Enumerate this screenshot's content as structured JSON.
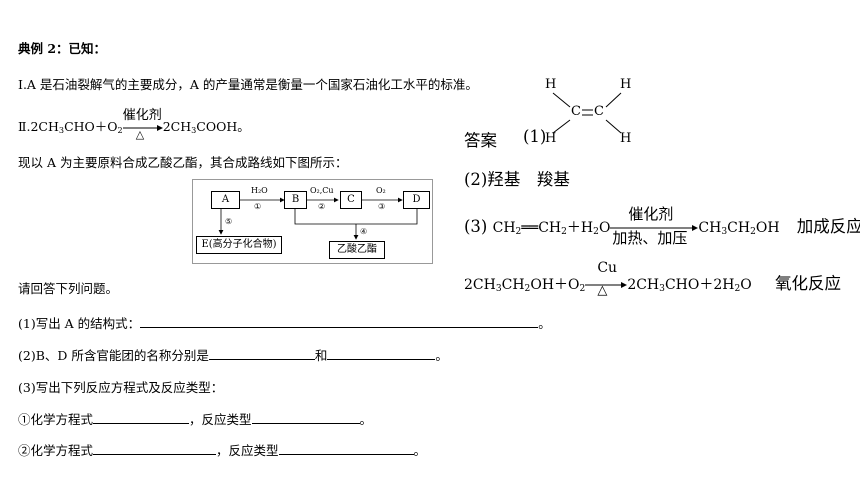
{
  "question": {
    "title": "典例 2：已知：",
    "condition1": "Ⅰ.A 是石油裂解气的主要成分，A 的产量通常是衡量一个国家石油化工水平的标准。",
    "condition2": {
      "prefix": "Ⅱ.2CH",
      "sub3a": "3",
      "mid1": "CHO＋O",
      "sub2": "2",
      "catalyst": "催化剂",
      "heat": "△",
      "mid2": "2CH",
      "sub3b": "3",
      "suffix": "COOH。"
    },
    "intro": "现以 A 为主要原料合成乙酸乙酯，其合成路线如下图所示：",
    "ask": "请回答下列问题。",
    "q1": {
      "prefix": "(1)写出 A 的结构式：",
      "suffix": "。"
    },
    "q2": {
      "prefix": "(2)B、D 所含官能团的名称分别是",
      "mid": "和",
      "suffix": "。"
    },
    "q3": "(3)写出下列反应方程式及反应类型：",
    "q3a": {
      "prefix": "①化学方程式",
      "mid": "，反应类型",
      "suffix": "。"
    },
    "q3b": {
      "prefix": "②化学方程式",
      "mid": "，反应类型",
      "suffix": "。"
    }
  },
  "flowchart": {
    "nodes": {
      "A": "A",
      "B": "B",
      "C": "C",
      "D": "D",
      "E": "E(高分子化合物)",
      "ester": "乙酸乙酯"
    },
    "labels": {
      "h2o": "H₂O",
      "step1": "①",
      "o2cu": "O₂,Cu",
      "step2": "②",
      "o2": "O₂",
      "step3": "③",
      "step4": "④",
      "step5": "⑤"
    }
  },
  "answer": {
    "label": "答案",
    "q1_num": "(1)",
    "structure": {
      "H": "H",
      "C": "C"
    },
    "q2": "(2)羟基　羧基",
    "q3_num": "(3)",
    "eq1": {
      "lhs1": "CH",
      "lhs1sub": "2",
      "dbl": "══",
      "lhs2": "CH",
      "lhs2sub": "2",
      "plus": "＋H",
      "h2osub": "2",
      "o": "O",
      "above": "催化剂",
      "below": "加热、加压",
      "rhs1": "CH",
      "rhs1sub": "3",
      "rhs2": "CH",
      "rhs2sub": "2",
      "rhs3": "OH",
      "type": "加成反应"
    },
    "eq2": {
      "lhs1": "2CH",
      "sub3": "3",
      "lhs2": "CH",
      "sub2": "2",
      "lhs3": "OH＋O",
      "o2sub": "2",
      "above": "Cu",
      "below": "△",
      "rhs1": "2CH",
      "rhs1sub": "3",
      "rhs2": "CHO＋2H",
      "h2sub": "2",
      "rhs3": "O",
      "type": "氧化反应"
    }
  }
}
